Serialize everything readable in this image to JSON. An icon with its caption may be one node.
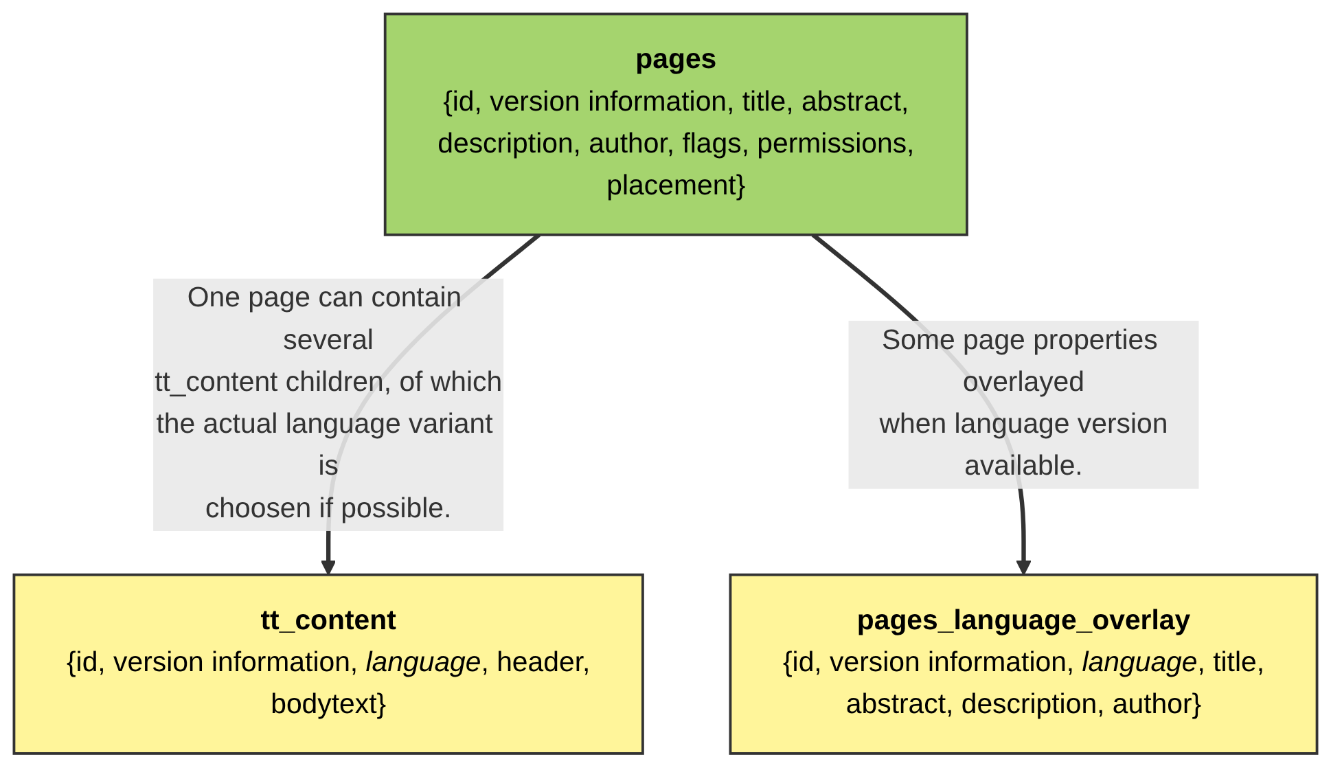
{
  "diagram": {
    "nodes": [
      {
        "text": [
          "tt_content",
          "{id, version information, *language*, header, bodytext}"
        ]
      },
      {
        "text": [
          "pages",
          "{id, version information, title, abstract, description, author, flags, permissions, placement}"
        ]
      },
      {
        "text": [
          "pages_language_overlay",
          "{id, version information, *language*, title, abstract, description, author}"
        ]
      }
    ],
    "edges": [
      {
        "from": 1,
        "to": 0,
        "arrow": "to",
        "label": "One page can contain several tt_content children, of which the actual language variant is choosen if possible."
      },
      {
        "from": 1,
        "to": 2,
        "arrow": "to",
        "label": "Some page properties overlayed when language version available."
      }
    ]
  }
}
